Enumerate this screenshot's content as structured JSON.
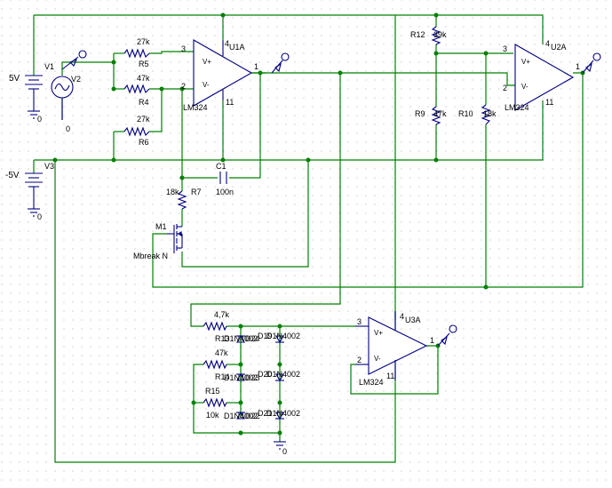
{
  "sources": {
    "v1": {
      "name": "V1",
      "value": "5V"
    },
    "v2": {
      "name": "V2"
    },
    "v3": {
      "name": "V3",
      "value": "-5V"
    }
  },
  "ground_label": "0",
  "opamps": {
    "u1": {
      "name": "U1A",
      "model": "LM324",
      "pin_plus": "3",
      "pin_minus": "2",
      "pin_out": "1",
      "pin_vp": "4",
      "pin_vn": "11",
      "in_plus": "V+",
      "in_minus": "V-"
    },
    "u2": {
      "name": "U2A",
      "model": "LM324",
      "pin_plus": "3",
      "pin_minus": "2",
      "pin_out": "1",
      "pin_vp": "4",
      "pin_vn": "11",
      "in_plus": "V+",
      "in_minus": "V-"
    },
    "u3": {
      "name": "U3A",
      "model": "LM324",
      "pin_plus": "3",
      "pin_minus": "2",
      "pin_out": "1",
      "pin_vp": "4",
      "pin_vn": "11",
      "in_plus": "V+",
      "in_minus": "V-"
    }
  },
  "resistors": {
    "r5": {
      "name": "R5",
      "value": "27k"
    },
    "r4": {
      "name": "R4",
      "value": "47k"
    },
    "r6": {
      "name": "R6",
      "value": "27k"
    },
    "r7": {
      "name": "R7",
      "value": "18k"
    },
    "r12": {
      "name": "R12",
      "value": "39k"
    },
    "r9": {
      "name": "R9",
      "value": "47k"
    },
    "r10": {
      "name": "R10",
      "value": "18k"
    },
    "r13": {
      "name": "R13",
      "value": "4,7k"
    },
    "r14": {
      "name": "R14",
      "value": "47k"
    },
    "r15": {
      "name": "R15",
      "value": "10k"
    }
  },
  "capacitor": {
    "name": "C1",
    "value": "100n"
  },
  "mosfet": {
    "name": "M1",
    "model": "Mbreak N"
  },
  "diodes": {
    "d1": {
      "name": "D1N4002",
      "ref": "D24"
    },
    "d2": {
      "name": "D1N4002",
      "ref": "D23"
    },
    "d3": {
      "name": "D1N4002",
      "ref": "D22"
    },
    "d4": {
      "name": "D1N4002",
      "ref": "D19"
    },
    "d5": {
      "name": "D1N4002",
      "ref": "D20"
    },
    "d6": {
      "name": "D1N4002",
      "ref": "D21"
    }
  }
}
